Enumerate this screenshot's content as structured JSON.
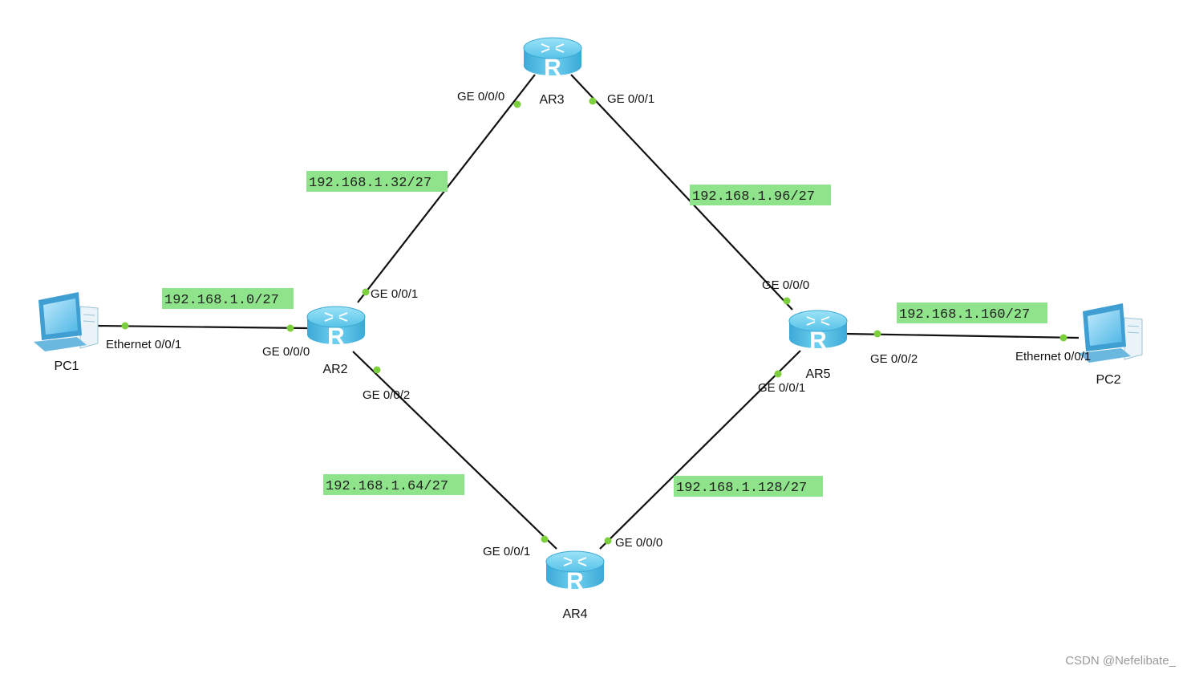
{
  "devices": {
    "ar2": {
      "label": "AR2"
    },
    "ar3": {
      "label": "AR3"
    },
    "ar4": {
      "label": "AR4"
    },
    "ar5": {
      "label": "AR5"
    },
    "pc1": {
      "label": "PC1"
    },
    "pc2": {
      "label": "PC2"
    },
    "router_glyph": "R"
  },
  "ports": {
    "pc1_eth": "Ethernet 0/0/1",
    "ar2_ge000": "GE 0/0/0",
    "ar2_ge001": "GE 0/0/1",
    "ar2_ge002": "GE 0/0/2",
    "ar3_ge000": "GE 0/0/0",
    "ar3_ge001": "GE 0/0/1",
    "ar4_ge000": "GE 0/0/0",
    "ar4_ge001": "GE 0/0/1",
    "ar5_ge000": "GE 0/0/0",
    "ar5_ge001": "GE 0/0/1",
    "ar5_ge002": "GE 0/0/2",
    "pc2_eth": "Ethernet 0/0/1"
  },
  "subnets": {
    "pc1_ar2": "192.168.1.0/27",
    "ar2_ar3": "192.168.1.32/27",
    "ar2_ar4": "192.168.1.64/27",
    "ar3_ar5": "192.168.1.96/27",
    "ar4_ar5": "192.168.1.128/27",
    "ar5_pc2": "192.168.1.160/27"
  },
  "colors": {
    "subnet_highlight": "#8fe38a",
    "router_body": "#5ec7ea",
    "port_dot": "#7ccf3d",
    "link": "#111111"
  },
  "icons": {
    "router": "router-icon",
    "pc": "pc-icon"
  },
  "watermark": "CSDN @Nefelibate_"
}
